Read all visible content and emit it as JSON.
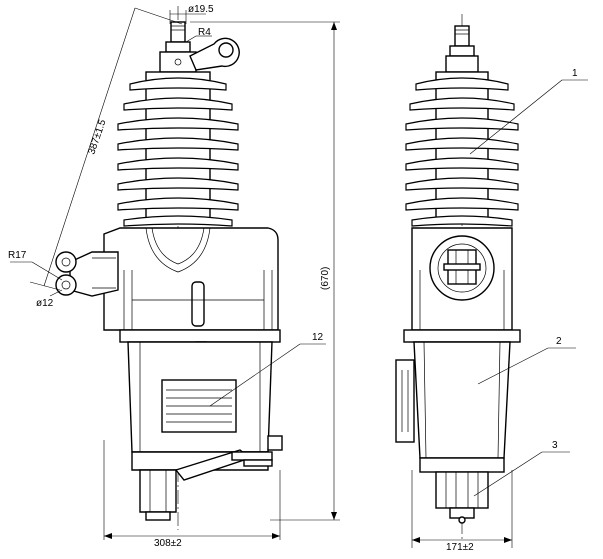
{
  "dimensions": {
    "top_diameter": "ø19.5",
    "top_radius": "R4",
    "diagonal_length": "387±1.5",
    "side_radius": "R17",
    "side_diameter": "ø12",
    "total_height": "(670)",
    "base_width_left": "308±2",
    "base_width_right": "171±2"
  },
  "callouts": {
    "c1": "1",
    "c2": "2",
    "c3": "3",
    "c12": "12"
  }
}
